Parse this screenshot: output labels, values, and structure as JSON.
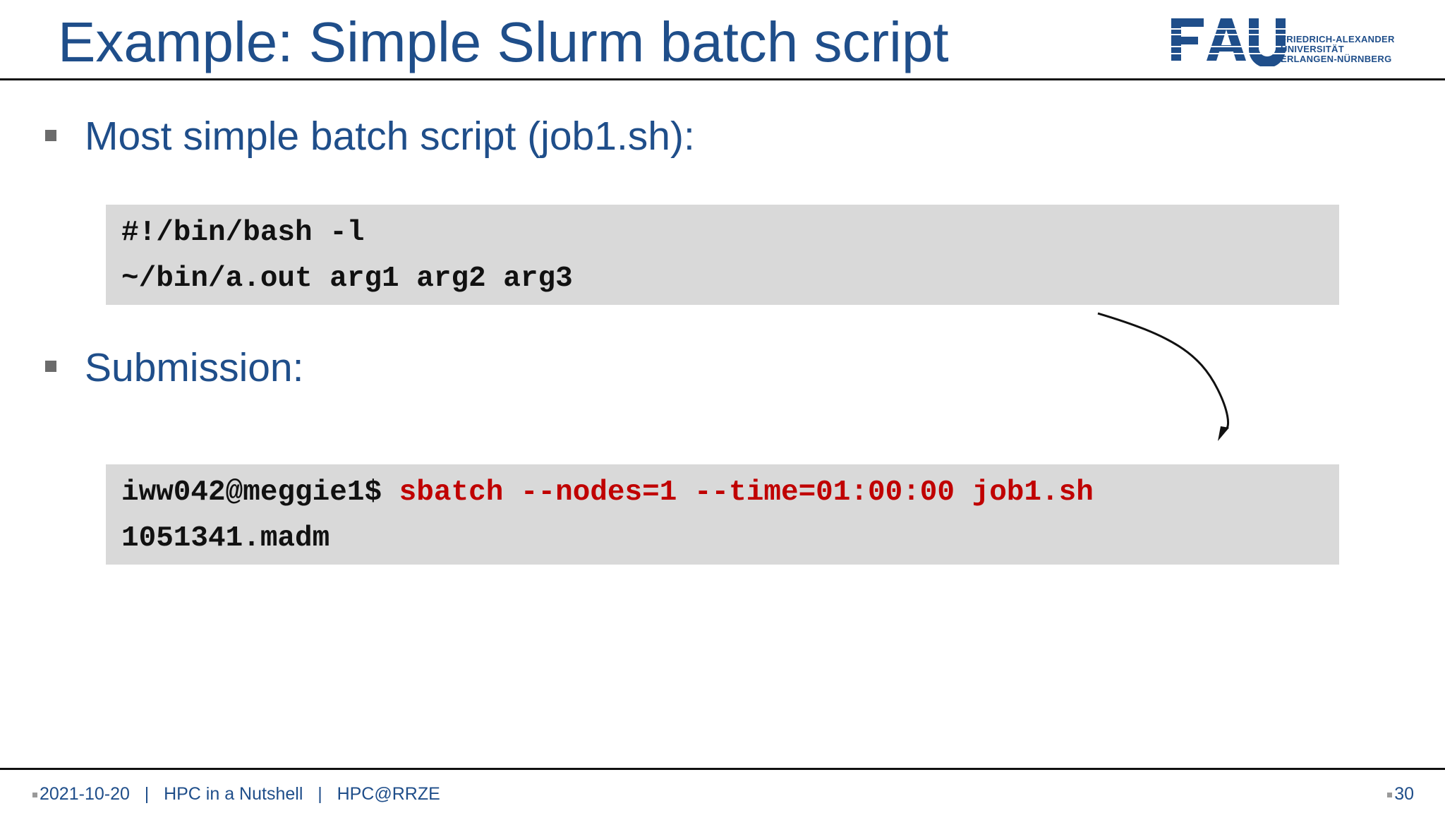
{
  "slide": {
    "title": "Example: Simple Slurm batch script",
    "logo": {
      "text": "FAU",
      "subtitle_lines": [
        "FRIEDRICH-ALEXANDER",
        "UNIVERSITÄT",
        "ERLANGEN-NÜRNBERG"
      ],
      "color": "#1f4e8a"
    },
    "bullets": [
      {
        "text": "Most simple batch script (job1.sh):"
      },
      {
        "text": "Submission:"
      }
    ],
    "script_block": {
      "lines": [
        "#!/bin/bash -l",
        "~/bin/a.out arg1 arg2 arg3"
      ]
    },
    "submission_block": {
      "prompt": "iww042@meggie1$ ",
      "command": "sbatch --nodes=1 --time=01:00:00 job1.sh",
      "output": "1051341.madm"
    },
    "arrow_icon": "curved-arrow-icon"
  },
  "footer": {
    "date": "2021-10-20",
    "separator": "|",
    "course": "HPC in a Nutshell",
    "org": "HPC@RRZE",
    "page": "30"
  },
  "colors": {
    "title_blue": "#1f4e8a",
    "command_red": "#c00000",
    "code_bg": "#d9d9d9"
  }
}
